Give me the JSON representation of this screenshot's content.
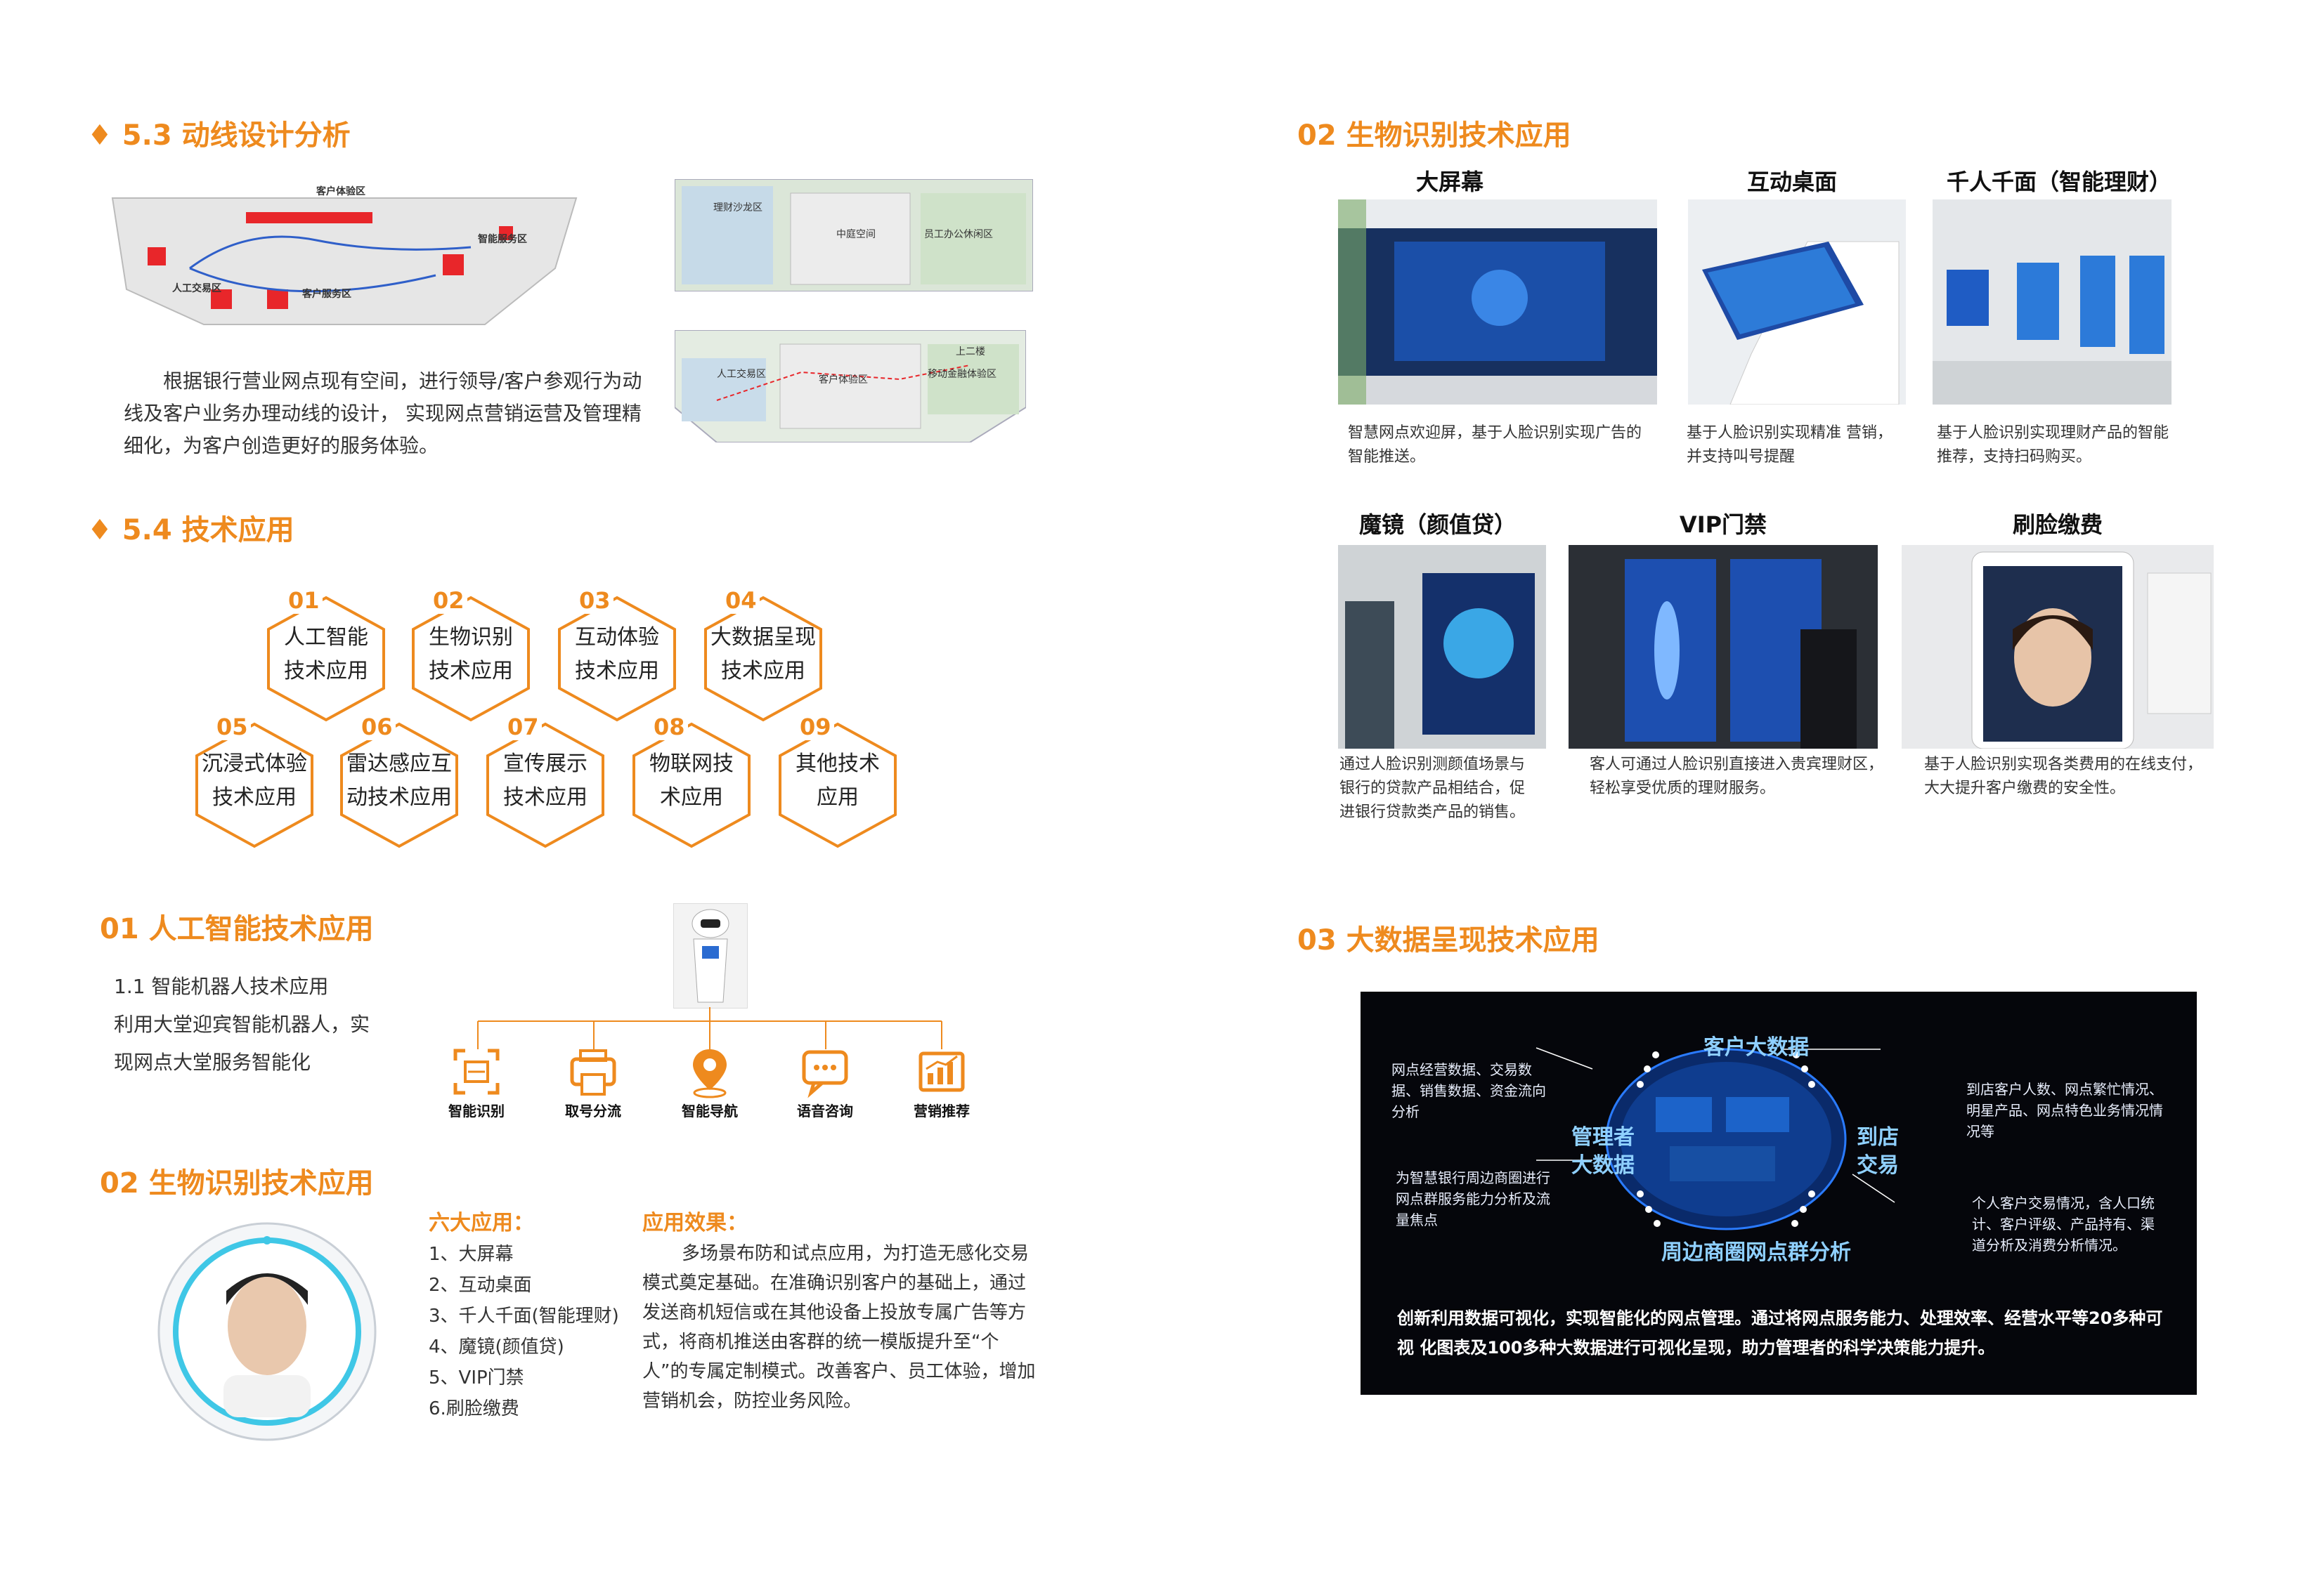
{
  "colors": {
    "accent": "#ee8a1e",
    "text": "#333333",
    "dark_panel": "#05060b"
  },
  "sec53": {
    "title": "5.3 动线设计分析",
    "body": "根据银行营业网点现有空间，进行领导/客户参观行为动线及客户业务办理动线的设计， 实现网点营销运营及管理精细化，为客户创造更好的服务体验。",
    "plan1_labels": [
      "客户体验区",
      "人工交易区",
      "智能服务区",
      "客户服务区"
    ],
    "plan2_labels": [
      "理财沙龙区",
      "中庭空间",
      "员工办公休闲区"
    ],
    "plan3_labels": [
      "人工交易区",
      "客户体验区",
      "移动金融体验区",
      "上二楼"
    ]
  },
  "sec54": {
    "title": "5.4 技术应用",
    "hexes": [
      {
        "num": "01",
        "line1": "人工智能",
        "line2": "技术应用"
      },
      {
        "num": "02",
        "line1": "生物识别",
        "line2": "技术应用"
      },
      {
        "num": "03",
        "line1": "互动体验",
        "line2": "技术应用"
      },
      {
        "num": "04",
        "line1": "大数据呈现",
        "line2": "技术应用"
      },
      {
        "num": "05",
        "line1": "沉浸式体验",
        "line2": "技术应用"
      },
      {
        "num": "06",
        "line1": "雷达感应互",
        "line2": "动技术应用"
      },
      {
        "num": "07",
        "line1": "宣传展示",
        "line2": "技术应用"
      },
      {
        "num": "08",
        "line1": "物联网技",
        "line2": "术应用"
      },
      {
        "num": "09",
        "line1": "其他技术",
        "line2": "应用"
      }
    ]
  },
  "ai": {
    "title": "01 人工智能技术应用",
    "line1": "1.1 智能机器人技术应用",
    "line2": "利用大堂迎宾智能机器人，实",
    "line3": "现网点大堂服务智能化",
    "features": [
      {
        "icon": "face-scan-icon",
        "label": "智能识别"
      },
      {
        "icon": "ticket-printer-icon",
        "label": "取号分流"
      },
      {
        "icon": "location-pin-icon",
        "label": "智能导航"
      },
      {
        "icon": "chat-bubble-icon",
        "label": "语音咨询"
      },
      {
        "icon": "bar-chart-icon",
        "label": "营销推荐"
      }
    ]
  },
  "bio_left": {
    "title": "02 生物识别技术应用",
    "apps_title": "六大应用：",
    "apps": [
      "1、大屏幕",
      "2、互动桌面",
      "3、千人千面(智能理财)",
      "4、魔镜(颜值贷)",
      "5、VIP门禁",
      "6.刷脸缴费"
    ],
    "effect_title": "应用效果：",
    "effect_text": "多场景布防和试点应用，为打造无感化交易模式奠定基础。在准确识别客户的基础上，通过发送商机短信或在其他设备上投放专属广告等方式，将商机推送由客群的统一模版提升至“个人”的专属定制模式。改善客户、员工体验，增加营销机会，防控业务风险。"
  },
  "bio_right": {
    "title": "02 生物识别技术应用",
    "cards": [
      {
        "title": "大屏幕",
        "caption": "智慧网点欢迎屏，基于人脸识别实现广告的智能推送。"
      },
      {
        "title": "互动桌面",
        "caption": "基于人脸识别实现精准 营销，并支持叫号提醒"
      },
      {
        "title": "千人千面（智能理财）",
        "caption": "基于人脸识别实现理财产品的智能推荐，支持扫码购买。"
      },
      {
        "title": "魔镜（颜值贷）",
        "caption": "通过人脸识别测颜值场景与 银行的贷款产品相结合，促 进银行贷款类产品的销售。"
      },
      {
        "title": "VIP门禁",
        "caption": "客人可通过人脸识别直接进入贵宾理财区， 轻松享受优质的理财服务。"
      },
      {
        "title": "刷脸缴费",
        "caption": "基于人脸识别实现各类费用的在线支付， 大大提升客户缴费的安全性。"
      }
    ]
  },
  "bigdata": {
    "title": "03 大数据呈现技术应用",
    "center_top": "客户大数据",
    "center_left": "管理者大数据",
    "center_right": "到店交易",
    "center_bottom": "周边商圈网点群分析",
    "left_top": "网点经营数据、交易数据、销售数据、资金流向分析",
    "left_bottom": "为智慧银行周边商圈进行网点群服务能力分析及流量焦点",
    "right_top": "到店客户人数、网点繁忙情况、明星产品、网点特色业务情况情况等",
    "right_bottom": "个人客户交易情况，含人口统计、客户评级、产品持有、渠道分析及消费分析情况。",
    "footer": "创新利用数据可视化，实现智能化的网点管理。通过将网点服务能力、处理效率、经营水平等20多种可视 化图表及100多种大数据进行可视化呈现，助力管理者的科学决策能力提升。"
  }
}
